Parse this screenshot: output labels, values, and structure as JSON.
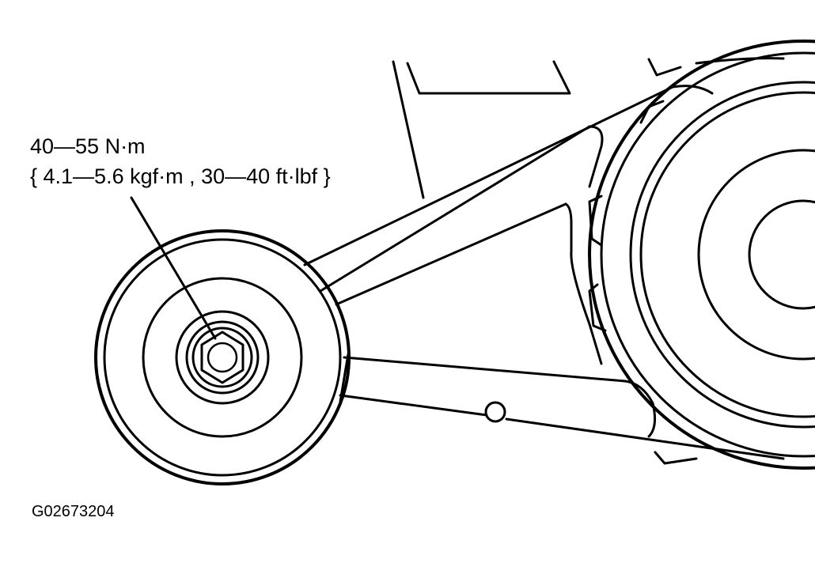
{
  "annotation": {
    "torque_nm": "40—55 N·m",
    "torque_alt": "{ 4.1—5.6 kgf·m , 30—40 ft·lbf }"
  },
  "figure_id": "G02673204",
  "colors": {
    "line": "#000000",
    "background": "#ffffff"
  }
}
